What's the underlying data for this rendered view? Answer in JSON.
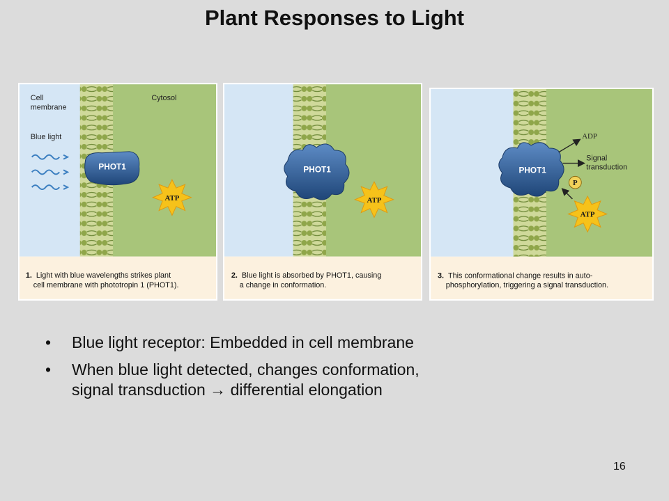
{
  "title": "Plant Responses to Light",
  "panels": [
    {
      "labels": {
        "membrane": [
          "Cell",
          "membrane"
        ],
        "cytosol": "Cytosol",
        "blue_light": "Blue light"
      },
      "protein": "PHOT1",
      "atp": "ATP",
      "caption_number": "1.",
      "caption_lines": [
        "Light with blue wavelengths strikes plant",
        "cell membrane with phototropin 1 (PHOT1)."
      ]
    },
    {
      "protein": "PHOT1",
      "atp": "ATP",
      "caption_number": "2.",
      "caption_lines": [
        "Blue light is absorbed by PHOT1, causing",
        "a change in conformation."
      ]
    },
    {
      "protein": "PHOT1",
      "atp": "ATP",
      "adp": "ADP",
      "phosphate": "P",
      "signal": [
        "Signal",
        "transduction"
      ],
      "caption_number": "3.",
      "caption_lines": [
        "This conformational change results in auto-",
        "phosphorylation, triggering a signal transduction."
      ]
    }
  ],
  "bullets": [
    "Blue light receptor: Embedded in cell membrane",
    "When blue light detected, changes conformation,",
    "signal transduction → differential elongation"
  ],
  "bullet_marker": "•",
  "page_number": "16",
  "colors": {
    "extracellular": "#d5e6f5",
    "cytosol": "#a8c57a",
    "caption_bg": "#fcf1df",
    "protein": "#2f5c93",
    "atp_burst": "#f6c21a",
    "light_wave": "#3a7ec0"
  }
}
